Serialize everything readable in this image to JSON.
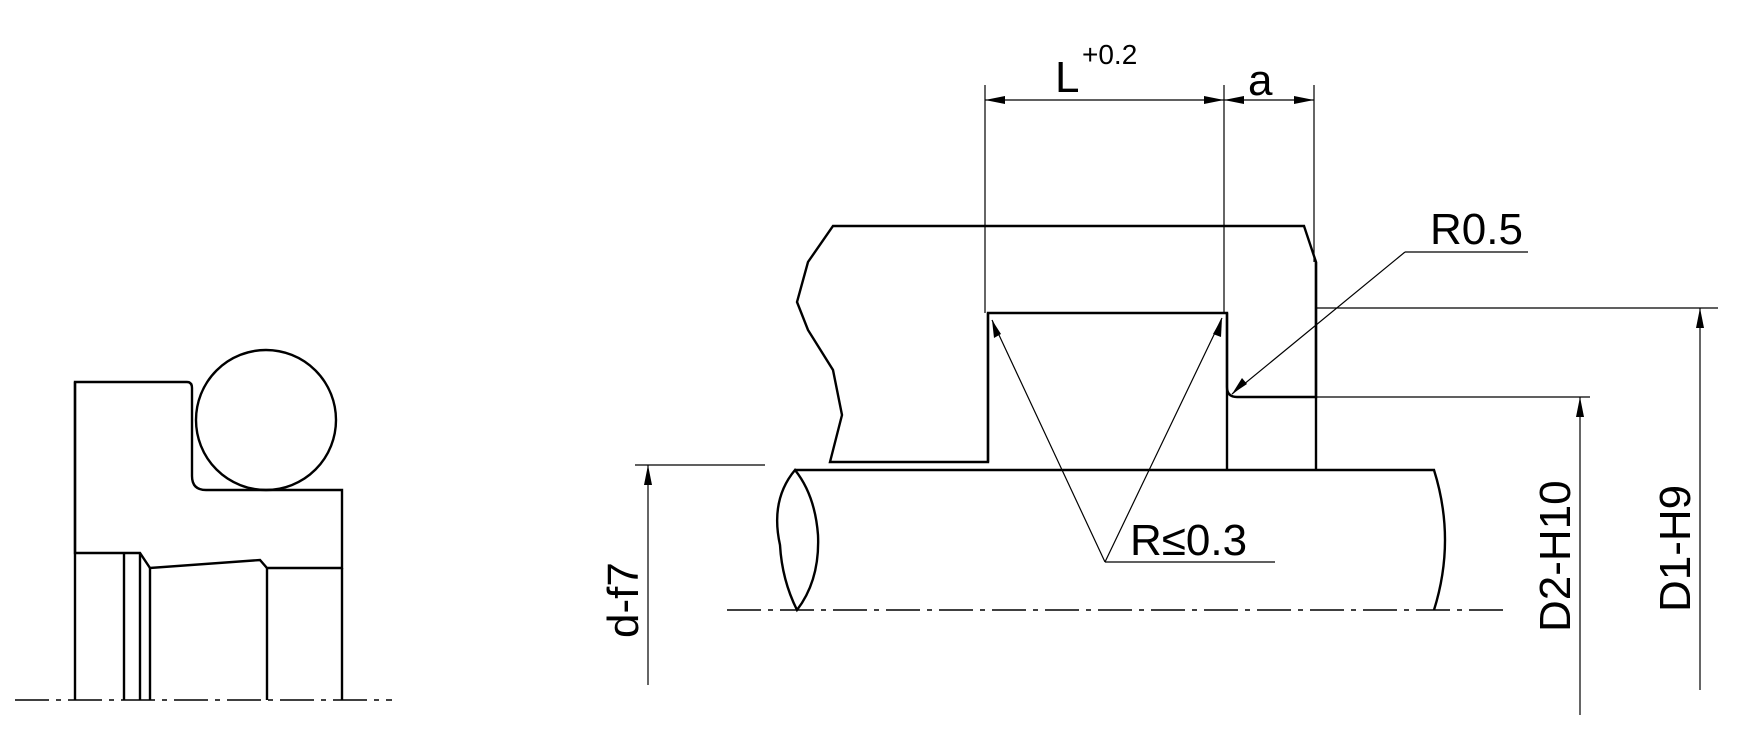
{
  "drawing": {
    "dim_length": "L",
    "dim_length_tol": "+0.2",
    "dim_a": "a",
    "radius_top": "R0.5",
    "radius_groove": "R≤0.3",
    "dim_rod": "d-f7",
    "dim_bore_d2": "D2-H10",
    "dim_bore_d1": "D1-H9"
  },
  "colors": {
    "line": "#000000",
    "background": "#ffffff"
  }
}
